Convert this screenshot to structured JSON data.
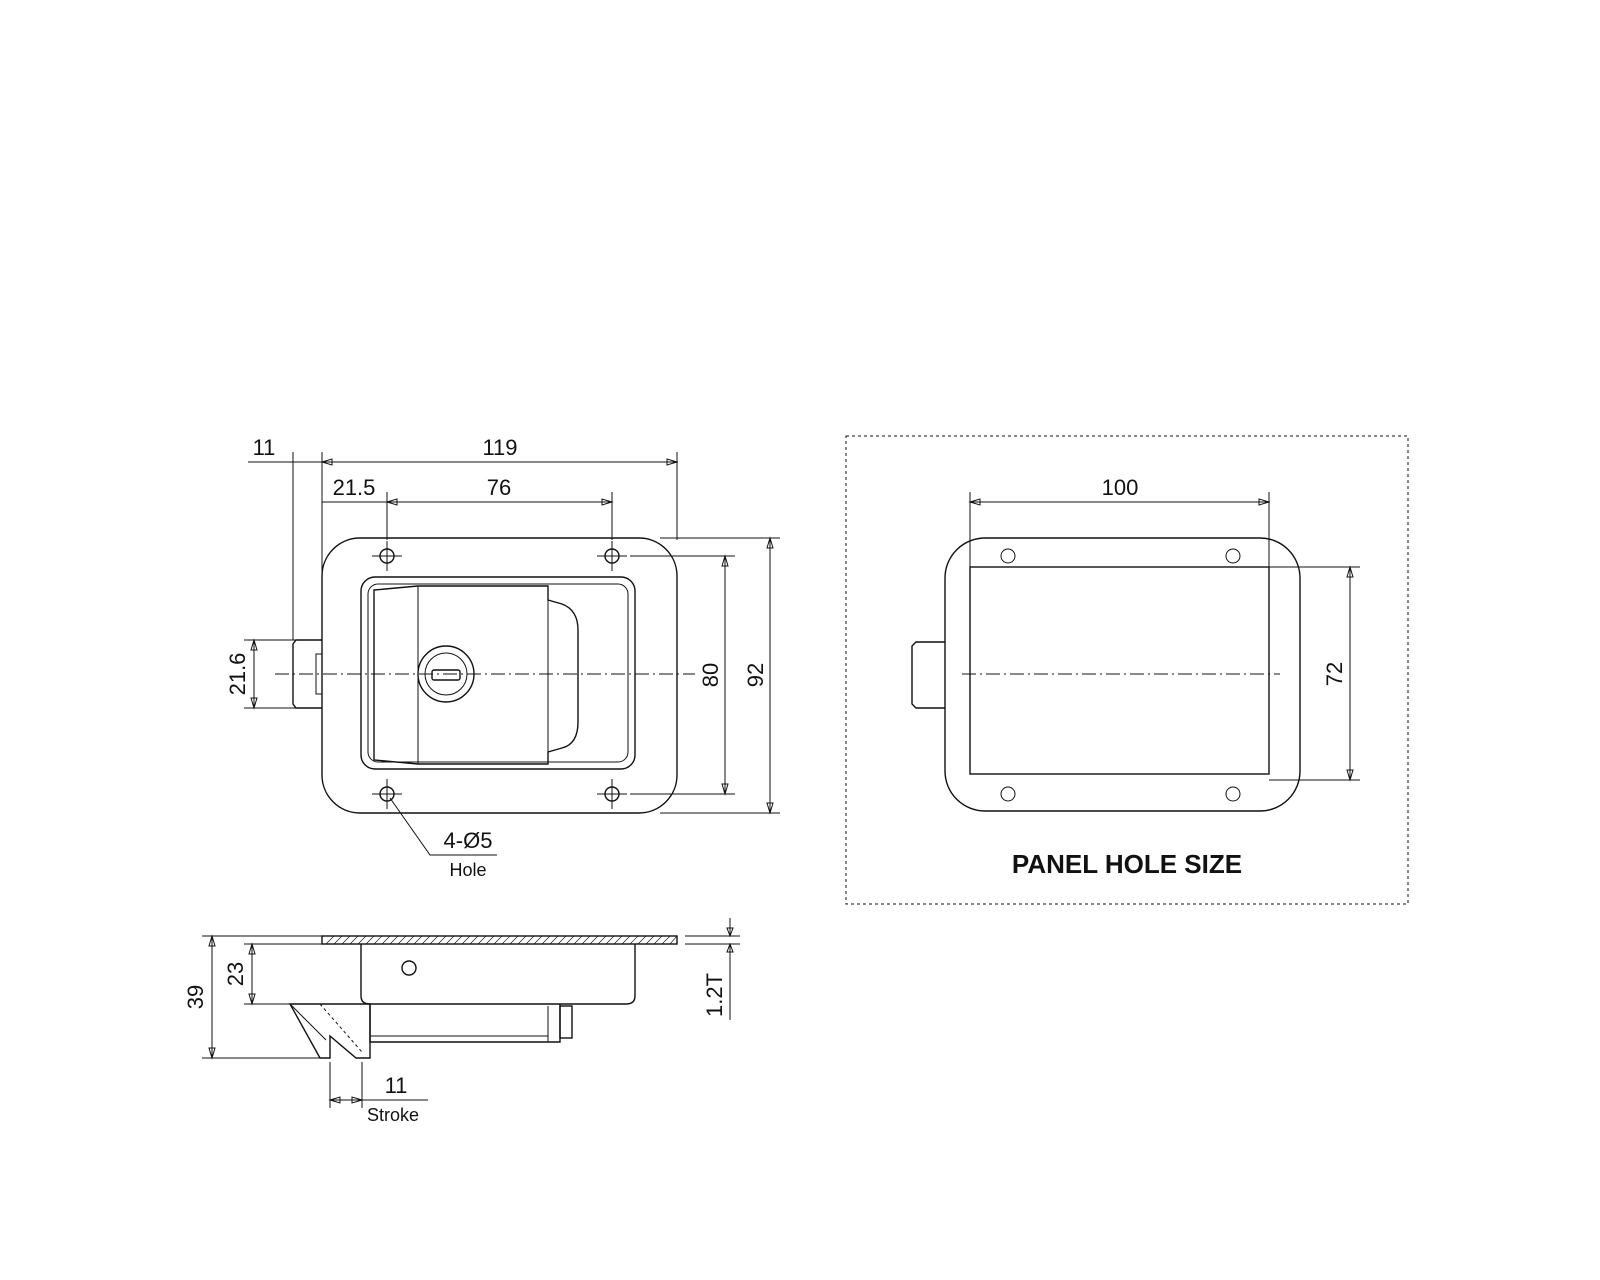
{
  "front_view": {
    "dims": {
      "width_overall": "119",
      "offset_left": "11",
      "hole_offset": "21.5",
      "hole_spacing": "76",
      "latch_height": "21.6",
      "hole_vertical": "80",
      "height_overall": "92"
    },
    "hole_callout": {
      "size": "4-Ø5",
      "note": "Hole"
    }
  },
  "side_view": {
    "dims": {
      "depth_overall": "39",
      "pan_depth": "23",
      "thickness": "1.2T",
      "stroke_value": "11",
      "stroke_label": "Stroke"
    }
  },
  "panel_view": {
    "title": "PANEL HOLE SIZE",
    "dims": {
      "hole_width": "100",
      "hole_height": "72"
    }
  }
}
